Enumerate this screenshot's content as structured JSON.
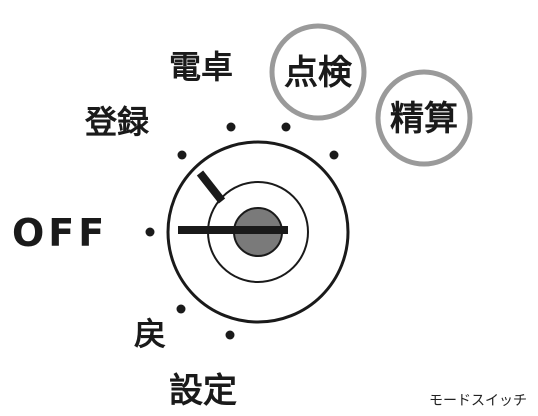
{
  "modes": {
    "off": "OFF",
    "register": "登録",
    "calculator": "電卓",
    "check": "点検",
    "settle": "精算",
    "return": "戻",
    "setup": "設定"
  },
  "caption": "モードスイッチ",
  "colors": {
    "ink": "#1a1a1a",
    "circle_highlight": "#9a9a9a",
    "key_gray": "#7a7a7a"
  }
}
